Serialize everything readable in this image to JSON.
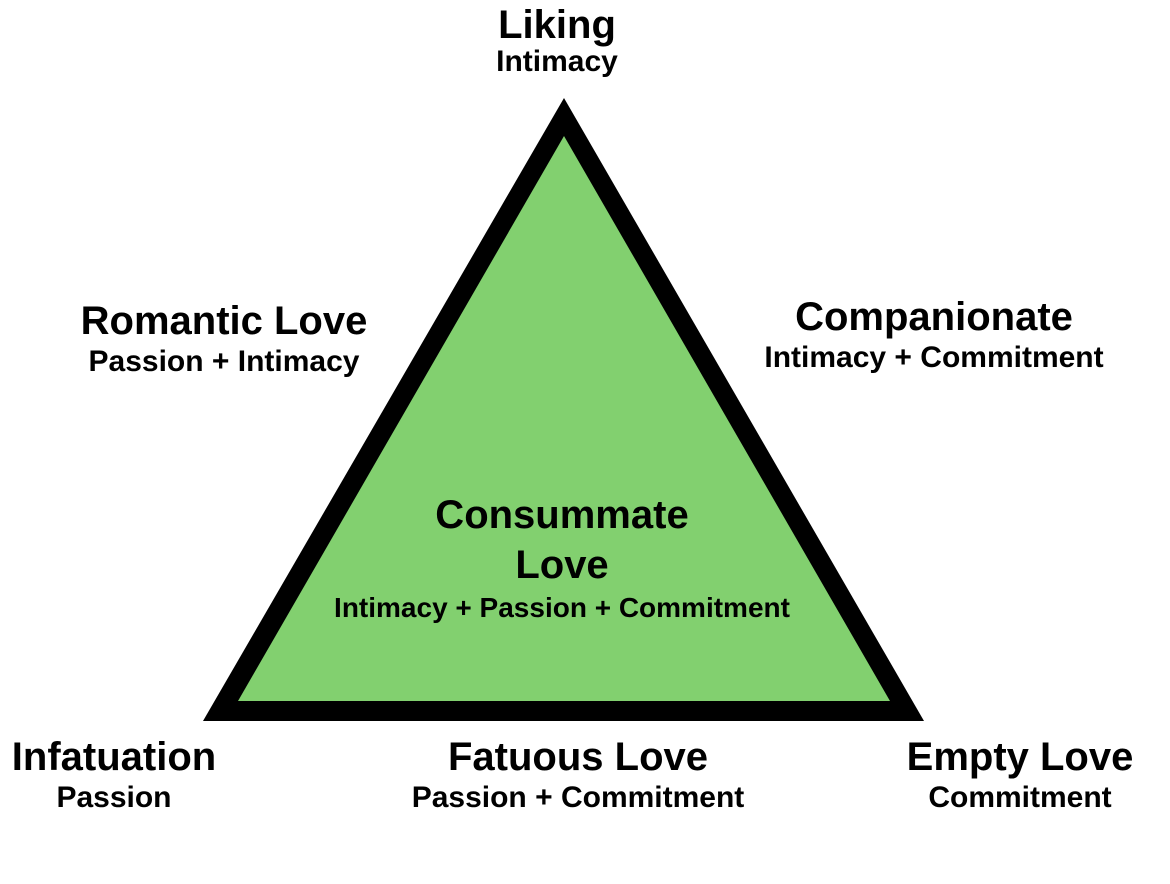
{
  "colors": {
    "fill": "#82d06f",
    "stroke": "#000000"
  },
  "labels": {
    "liking": {
      "title": "Liking",
      "sub": "Intimacy"
    },
    "romantic": {
      "title": "Romantic Love",
      "sub": "Passion + Intimacy"
    },
    "companionate": {
      "title": "Companionate",
      "sub": "Intimacy + Commitment"
    },
    "consummate": {
      "title1": "Consummate",
      "title2": "Love",
      "sub": "Intimacy + Passion + Commitment"
    },
    "infatuation": {
      "title": "Infatuation",
      "sub": "Passion"
    },
    "fatuous": {
      "title": "Fatuous Love",
      "sub": "Passion + Commitment"
    },
    "empty": {
      "title": "Empty Love",
      "sub": "Commitment"
    }
  }
}
